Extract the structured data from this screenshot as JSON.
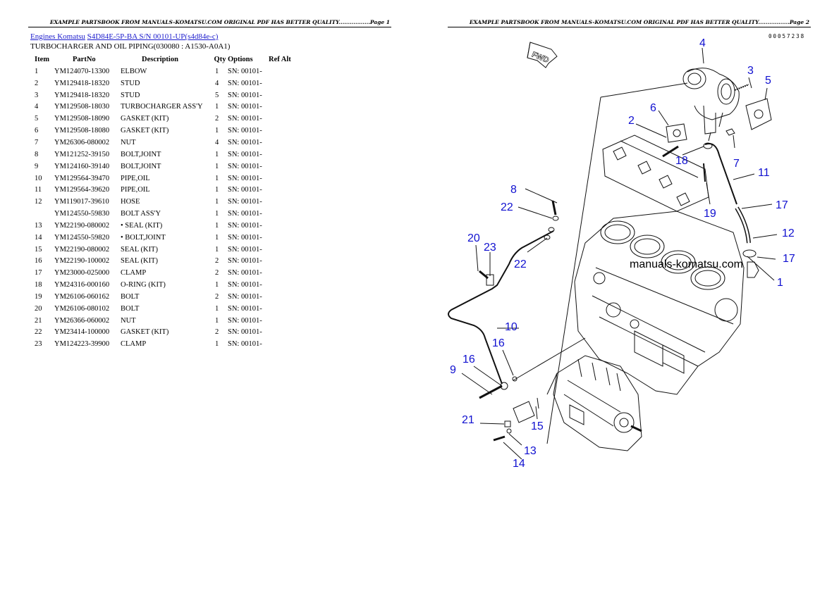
{
  "header": {
    "page1": "EXAMPLE PARTSBOOK FROM MANUALS-KOMATSU.COM ORIGINAL PDF HAS BETTER QUALITY.................Page 1",
    "page2": "EXAMPLE PARTSBOOK FROM MANUALS-KOMATSU.COM ORIGINAL PDF HAS BETTER QUALITY.................Page 2"
  },
  "breadcrumb": {
    "link1": "Engines Komatsu",
    "link2": "S4D84E-5P-BA S/N 00101-UP(s4d84e-c)"
  },
  "section_title": "TURBOCHARGER AND OIL PIPING(030080 : A1530-A0A1)",
  "doc_number": "00057238",
  "columns": [
    "Item",
    "PartNo",
    "Description",
    "Qty",
    "Options",
    "Ref Alt"
  ],
  "rows": [
    {
      "item": "1",
      "part": "YM124070-13300",
      "desc": "ELBOW",
      "qty": "1",
      "opt": "SN: 00101-"
    },
    {
      "item": "2",
      "part": "YM129418-18320",
      "desc": "STUD",
      "qty": "4",
      "opt": "SN: 00101-"
    },
    {
      "item": "3",
      "part": "YM129418-18320",
      "desc": "STUD",
      "qty": "5",
      "opt": "SN: 00101-"
    },
    {
      "item": "4",
      "part": "YM129508-18030",
      "desc": "TURBOCHARGER ASS'Y",
      "qty": "1",
      "opt": "SN: 00101-"
    },
    {
      "item": "5",
      "part": "YM129508-18090",
      "desc": "GASKET (KIT)",
      "qty": "2",
      "opt": "SN: 00101-"
    },
    {
      "item": "6",
      "part": "YM129508-18080",
      "desc": "GASKET (KIT)",
      "qty": "1",
      "opt": "SN: 00101-"
    },
    {
      "item": "7",
      "part": "YM26306-080002",
      "desc": "NUT",
      "qty": "4",
      "opt": "SN: 00101-"
    },
    {
      "item": "8",
      "part": "YM121252-39150",
      "desc": "BOLT,JOINT",
      "qty": "1",
      "opt": "SN: 00101-"
    },
    {
      "item": "9",
      "part": "YM124160-39140",
      "desc": "BOLT,JOINT",
      "qty": "1",
      "opt": "SN: 00101-"
    },
    {
      "item": "10",
      "part": "YM129564-39470",
      "desc": "PIPE,OIL",
      "qty": "1",
      "opt": "SN: 00101-"
    },
    {
      "item": "11",
      "part": "YM129564-39620",
      "desc": "PIPE,OIL",
      "qty": "1",
      "opt": "SN: 00101-"
    },
    {
      "item": "12",
      "part": "YM119017-39610",
      "desc": "HOSE",
      "qty": "1",
      "opt": "SN: 00101-"
    },
    {
      "item": "",
      "part": "YM124550-59830",
      "desc": "BOLT ASS'Y",
      "qty": "1",
      "opt": "SN: 00101-"
    },
    {
      "item": "13",
      "part": "YM22190-080002",
      "desc": "• SEAL (KIT)",
      "qty": "1",
      "opt": "SN: 00101-"
    },
    {
      "item": "14",
      "part": "YM124550-59820",
      "desc": "• BOLT,JOINT",
      "qty": "1",
      "opt": "SN: 00101-"
    },
    {
      "item": "15",
      "part": "YM22190-080002",
      "desc": "SEAL (KIT)",
      "qty": "1",
      "opt": "SN: 00101-"
    },
    {
      "item": "16",
      "part": "YM22190-100002",
      "desc": "SEAL (KIT)",
      "qty": "2",
      "opt": "SN: 00101-"
    },
    {
      "item": "17",
      "part": "YM23000-025000",
      "desc": "CLAMP",
      "qty": "2",
      "opt": "SN: 00101-"
    },
    {
      "item": "18",
      "part": "YM24316-000160",
      "desc": "O-RING (KIT)",
      "qty": "1",
      "opt": "SN: 00101-"
    },
    {
      "item": "19",
      "part": "YM26106-060162",
      "desc": "BOLT",
      "qty": "2",
      "opt": "SN: 00101-"
    },
    {
      "item": "20",
      "part": "YM26106-080102",
      "desc": "BOLT",
      "qty": "1",
      "opt": "SN: 00101-"
    },
    {
      "item": "21",
      "part": "YM26366-060002",
      "desc": "NUT",
      "qty": "1",
      "opt": "SN: 00101-"
    },
    {
      "item": "22",
      "part": "YM23414-100000",
      "desc": "GASKET (KIT)",
      "qty": "2",
      "opt": "SN: 00101-"
    },
    {
      "item": "23",
      "part": "YM124223-39900",
      "desc": "CLAMP",
      "qty": "1",
      "opt": "SN: 00101-"
    }
  ],
  "diagram": {
    "fwd_label": "FWD",
    "watermark": "manuals-komatsu.com",
    "callouts": [
      "1",
      "2",
      "3",
      "4",
      "5",
      "6",
      "7",
      "8",
      "9",
      "10",
      "11",
      "12",
      "13",
      "14",
      "15",
      "16",
      "17",
      "17",
      "18",
      "19",
      "20",
      "21",
      "22",
      "22",
      "23"
    ]
  }
}
